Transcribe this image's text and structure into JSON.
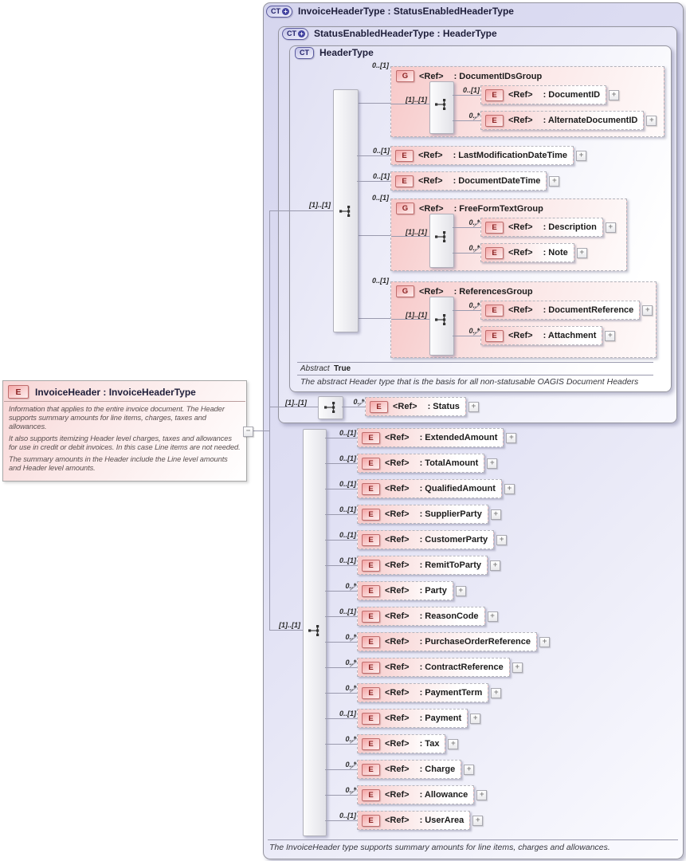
{
  "badges": {
    "element": "E",
    "group": "G",
    "complex": "CT"
  },
  "labels": {
    "ref": "<Ref>"
  },
  "icons": {
    "expand": "+",
    "collapse": "−",
    "ct_plus": "+"
  },
  "colors": {
    "lavender_fill": "#d8d8f0",
    "pink_fill": "#f7caca",
    "badge_red": "#8c2222",
    "ct_navy": "#22226a",
    "line_gray": "#9a9aae"
  },
  "left_element": {
    "title": "InvoiceHeader : InvoiceHeaderType",
    "paragraphs": {
      "p1": "Information that applies to the entire invoice document. The Header supports summary amounts for line items, charges, taxes and allowances.",
      "p2": "It also supports itemizing Header level charges, taxes and allowances for use in credit or debit invoices. In this case Line items are not needed.",
      "p3": "The summary amounts in the Header include the Line level amounts and Header level amounts."
    }
  },
  "outer_type": {
    "title": "InvoiceHeaderType : StatusEnabledHeaderType",
    "footer_note": "The InvoiceHeader type supports summary amounts for line items, charges and allowances."
  },
  "status_type": {
    "title": "StatusEnabledHeaderType : HeaderType",
    "seq_cardinality": "[1]..[1]",
    "status_element": {
      "card": "0..*",
      "name": ": Status"
    }
  },
  "header_type": {
    "title": "HeaderType",
    "seq_cardinality": "[1]..[1]",
    "abstract_label": "Abstract",
    "abstract_value": "True",
    "note": "The abstract Header type that is the basis for all non-statusable OAGIS Document Headers",
    "children": [
      {
        "kind": "group",
        "card": "0..[1]",
        "name": ": DocumentIDsGroup",
        "seq_cardinality": "[1]..[1]",
        "items": [
          {
            "card": "0..[1]",
            "name": ": DocumentID"
          },
          {
            "card": "0..*",
            "name": ": AlternateDocumentID"
          }
        ]
      },
      {
        "kind": "element",
        "card": "0..[1]",
        "name": ": LastModificationDateTime"
      },
      {
        "kind": "element",
        "card": "0..[1]",
        "name": ": DocumentDateTime"
      },
      {
        "kind": "group",
        "card": "0..[1]",
        "name": ": FreeFormTextGroup",
        "seq_cardinality": "[1]..[1]",
        "items": [
          {
            "card": "0..*",
            "name": ": Description"
          },
          {
            "card": "0..*",
            "name": ": Note"
          }
        ]
      },
      {
        "kind": "group",
        "card": "0..[1]",
        "name": ": ReferencesGroup",
        "seq_cardinality": "[1]..[1]",
        "items": [
          {
            "card": "0..*",
            "name": ": DocumentReference"
          },
          {
            "card": "0..*",
            "name": ": Attachment"
          }
        ]
      }
    ]
  },
  "invoice_type_seq": {
    "cardinality": "[1]..[1]",
    "children": [
      {
        "card": "0..[1]",
        "name": ": ExtendedAmount"
      },
      {
        "card": "0..[1]",
        "name": ": TotalAmount"
      },
      {
        "card": "0..[1]",
        "name": ": QualifiedAmount"
      },
      {
        "card": "0..[1]",
        "name": ": SupplierParty"
      },
      {
        "card": "0..[1]",
        "name": ": CustomerParty"
      },
      {
        "card": "0..[1]",
        "name": ": RemitToParty"
      },
      {
        "card": "0..*",
        "name": ": Party"
      },
      {
        "card": "0..[1]",
        "name": ": ReasonCode"
      },
      {
        "card": "0..*",
        "name": ": PurchaseOrderReference"
      },
      {
        "card": "0..*",
        "name": ": ContractReference"
      },
      {
        "card": "0..*",
        "name": ": PaymentTerm"
      },
      {
        "card": "0..[1]",
        "name": ": Payment"
      },
      {
        "card": "0..*",
        "name": ": Tax"
      },
      {
        "card": "0..*",
        "name": ": Charge"
      },
      {
        "card": "0..*",
        "name": ": Allowance"
      },
      {
        "card": "0..[1]",
        "name": ": UserArea"
      }
    ]
  }
}
